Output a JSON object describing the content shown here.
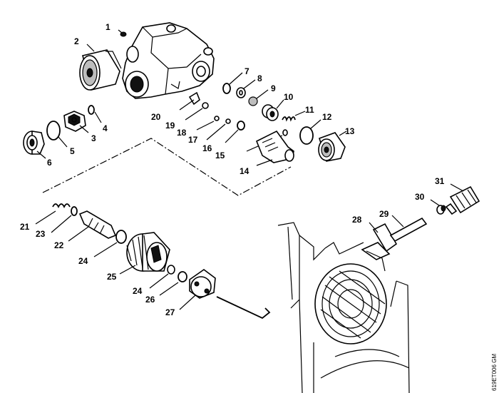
{
  "labels": {
    "p1": "1",
    "p2": "2",
    "p3": "3",
    "p4": "4",
    "p5": "5",
    "p6": "6",
    "p7": "7",
    "p8": "8",
    "p9": "9",
    "p10": "10",
    "p11": "11",
    "p12": "12",
    "p13": "13",
    "p14": "14",
    "p15": "15",
    "p16": "16",
    "p17": "17",
    "p18": "18",
    "p19": "19",
    "p20": "20",
    "p21": "21",
    "p22": "22",
    "p23": "23",
    "p24a": "24",
    "p24b": "24",
    "p25": "25",
    "p26": "26",
    "p27": "27",
    "p28": "28",
    "p29": "29",
    "p30": "30",
    "p31": "31"
  },
  "doc_code": "619ET006 GM"
}
